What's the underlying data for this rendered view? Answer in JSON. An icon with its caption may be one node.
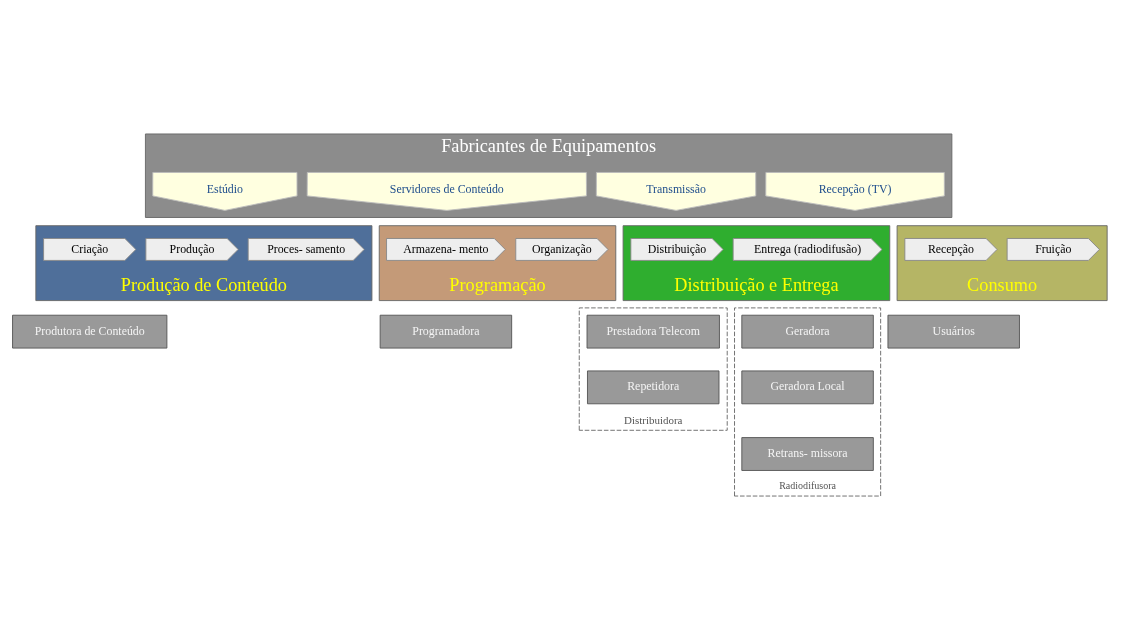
{
  "diagram": {
    "nodes": [
      {
        "text": [
          "Fabricantes de Equipamentos"
        ]
      },
      {
        "text": [
          "Estúdio"
        ],
        "in": 0
      },
      {
        "text": [
          "Servidores de Conteúdo"
        ],
        "in": 0
      },
      {
        "text": [
          "Transmissão"
        ],
        "in": 0
      },
      {
        "text": [
          "Recepção (TV)"
        ],
        "in": 0
      },
      {
        "text": [
          "Produção de Conteúdo"
        ]
      },
      {
        "text": [
          "Criação"
        ],
        "in": 5
      },
      {
        "text": [
          "Produção"
        ],
        "in": 5
      },
      {
        "text": [
          "Proces- samento"
        ],
        "in": 5
      },
      {
        "text": [
          "Programação"
        ]
      },
      {
        "text": [
          "Armazena- mento"
        ],
        "in": 9
      },
      {
        "text": [
          "Organização"
        ],
        "in": 9
      },
      {
        "text": [
          "Distribuição e Entrega"
        ]
      },
      {
        "text": [
          "Distribuição"
        ],
        "in": 12
      },
      {
        "text": [
          "Entrega (radiodifusão)"
        ],
        "in": 12
      },
      {
        "text": [
          "Consumo"
        ]
      },
      {
        "text": [
          "Recepção"
        ],
        "in": 15
      },
      {
        "text": [
          "Fruição"
        ],
        "in": 15
      },
      {
        "text": [
          "Produtora de Conteúdo"
        ]
      },
      {
        "text": [
          "Programadora"
        ]
      },
      {
        "text": [
          "Distribuidora"
        ]
      },
      {
        "text": [
          "Prestadora Telecom"
        ],
        "in": 20
      },
      {
        "text": [
          "Repetidora"
        ],
        "in": 20
      },
      {
        "text": [
          "Radiodifusora"
        ]
      },
      {
        "text": [
          "Geradora"
        ],
        "in": 23
      },
      {
        "text": [
          "Geradora Local"
        ],
        "in": 23
      },
      {
        "text": [
          "Retrans- missora"
        ],
        "in": 23
      },
      {
        "text": [
          "Usuários"
        ]
      }
    ]
  }
}
